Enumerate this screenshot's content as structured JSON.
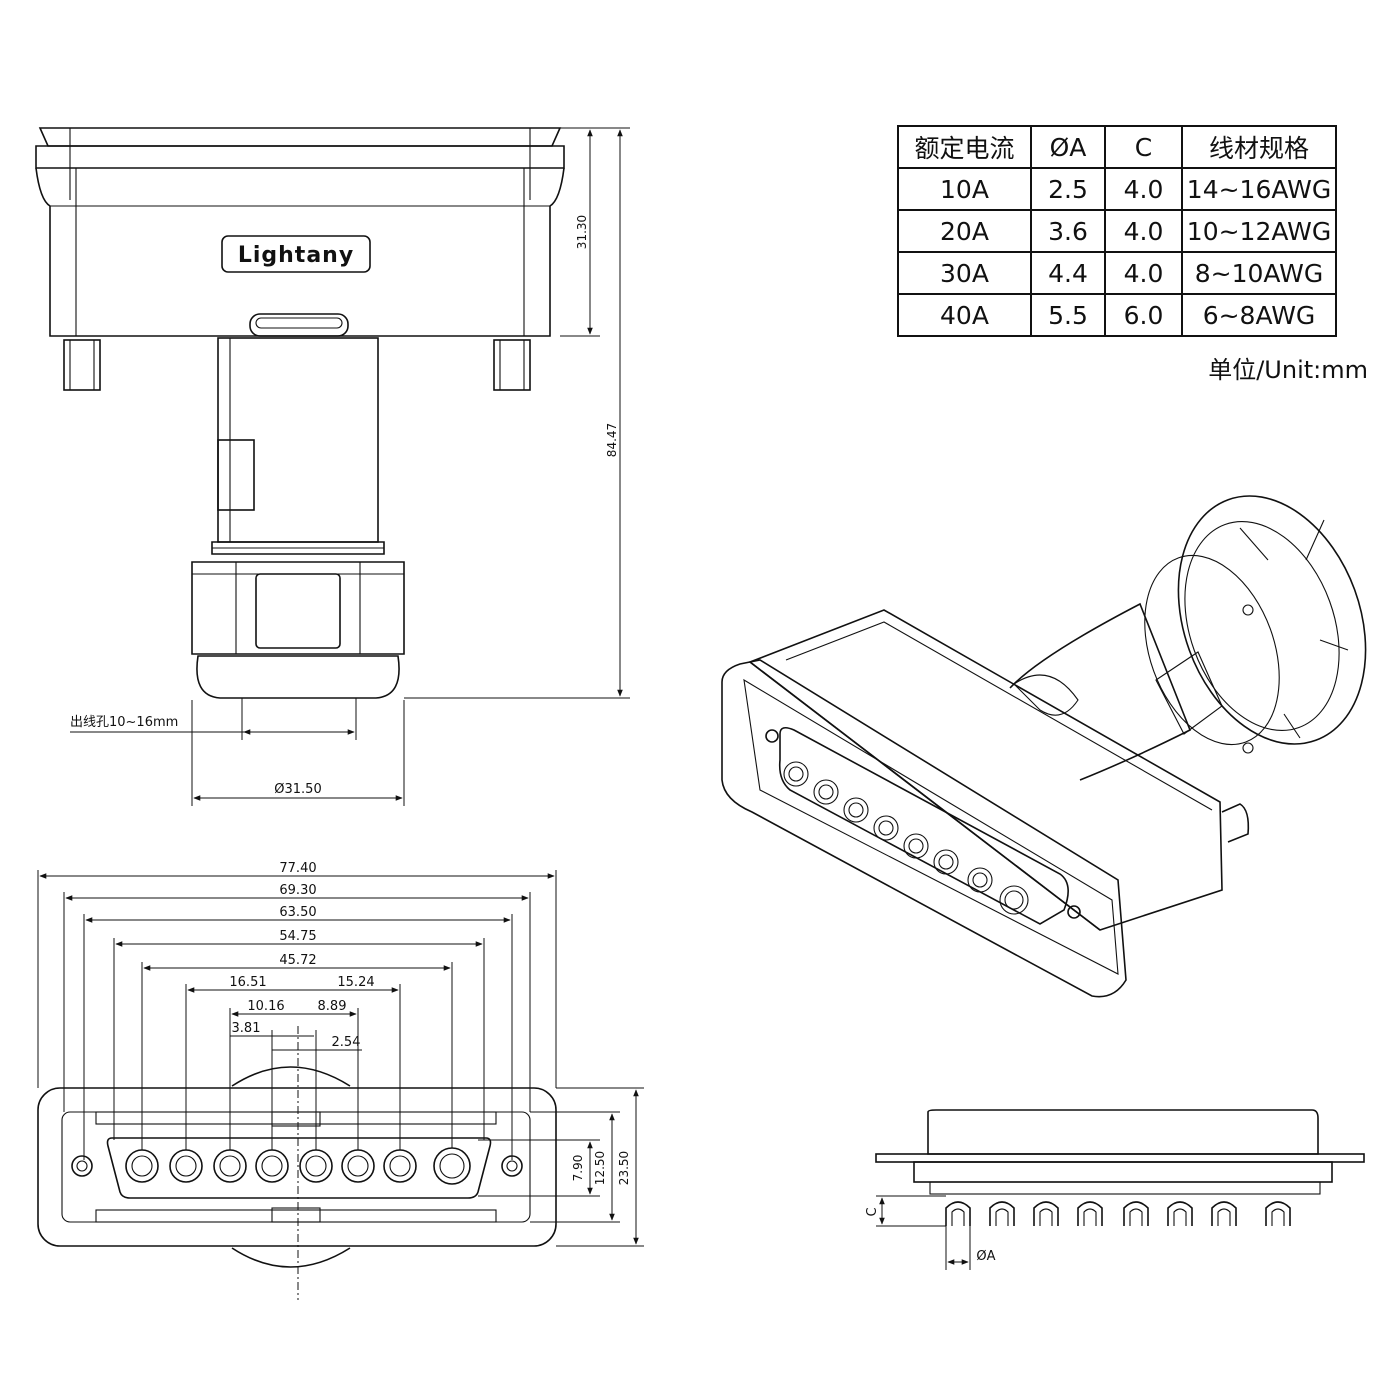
{
  "table": {
    "headers": [
      "额定电流",
      "ØA",
      "C",
      "线材规格"
    ],
    "rows": [
      [
        "10A",
        "2.5",
        "4.0",
        "14~16AWG"
      ],
      [
        "20A",
        "3.6",
        "4.0",
        "10~12AWG"
      ],
      [
        "30A",
        "4.4",
        "4.0",
        "8~10AWG"
      ],
      [
        "40A",
        "5.5",
        "6.0",
        "6~8AWG"
      ]
    ],
    "unit_note": "单位/Unit:mm"
  },
  "top_view": {
    "logo": "Lightany",
    "dim_height": "31.30",
    "dim_total": "84.47",
    "cable_hole": "出线孔10~16mm",
    "dim_diameter": "Ø31.50"
  },
  "front_view": {
    "dims": {
      "d1": "77.40",
      "d2": "69.30",
      "d3": "63.50",
      "d4": "54.75",
      "d5": "45.72",
      "d6": "16.51",
      "d7": "15.24",
      "d8": "10.16",
      "d9": "8.89",
      "d10": "3.81",
      "d11": "2.54",
      "v1": "7.90",
      "v2": "12.50",
      "v3": "23.50"
    }
  },
  "side_view": {
    "label_c": "C",
    "label_a": "ØA"
  }
}
